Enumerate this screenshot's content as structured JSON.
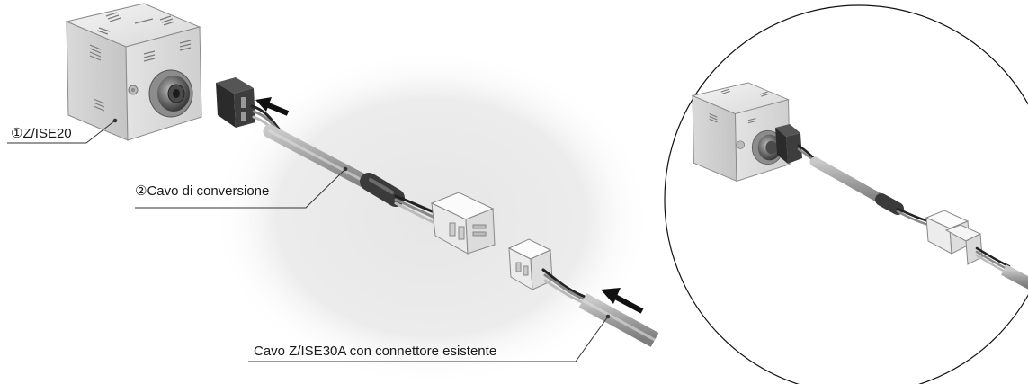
{
  "labels": {
    "sensor": "①Z/ISE20",
    "conversion_cable": "②Cavo di conversione",
    "existing_cable": "Cavo Z/ISE30A con connettore esistente"
  },
  "colors": {
    "background_shade": "#ebebeb",
    "device_body": "#d7d7d7",
    "cable": "#a9a9a9",
    "connector_black": "#2b2b2b",
    "connector_white": "#f2f2f2",
    "arrow": "#111111",
    "leader_line": "#333333"
  },
  "icons": {
    "arrow_1": "insert-arrow-icon",
    "arrow_2": "insert-arrow-icon"
  }
}
